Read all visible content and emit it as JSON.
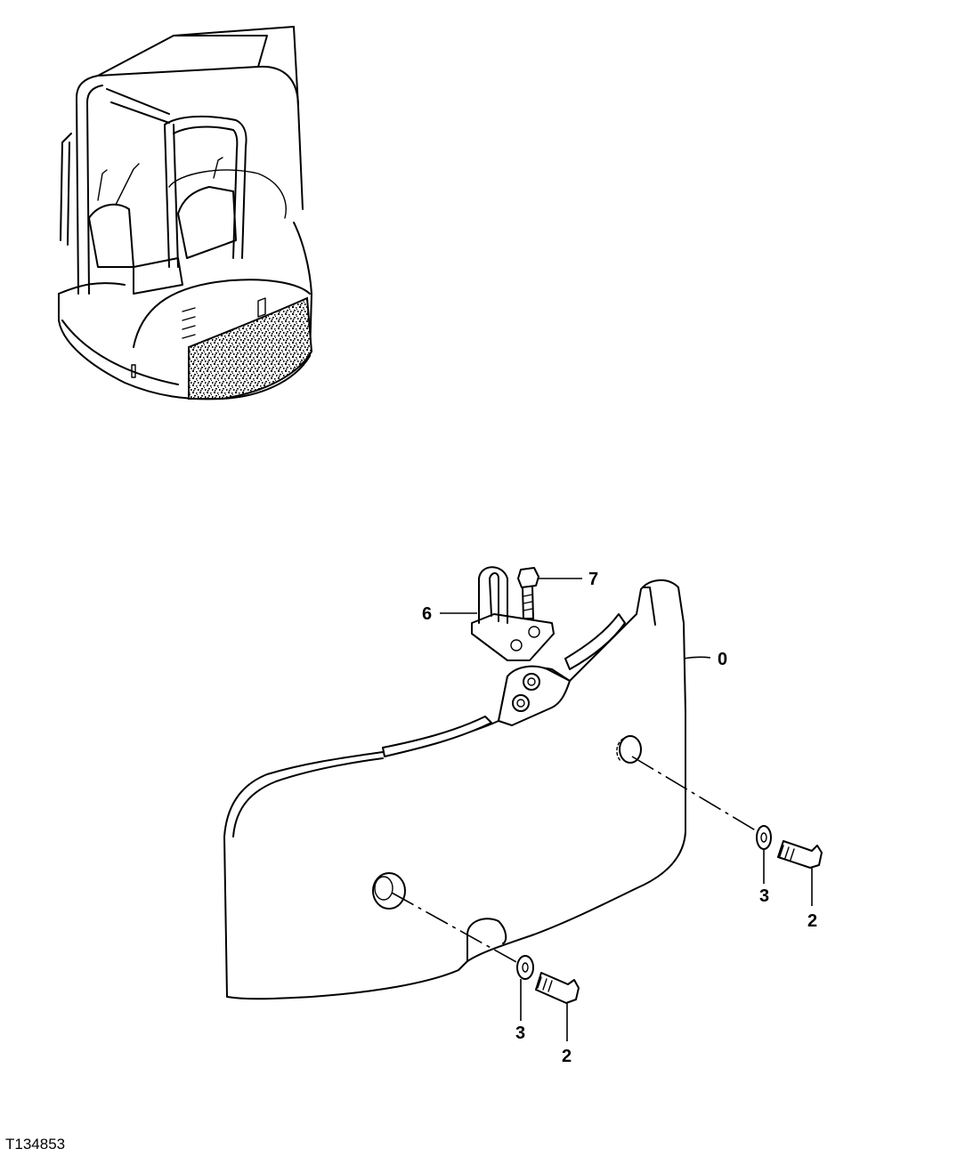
{
  "figure_id": "T134853",
  "callouts": {
    "c0": "0",
    "c2a": "2",
    "c2b": "2",
    "c3a": "3",
    "c3b": "3",
    "c6": "6",
    "c7": "7"
  },
  "icons": {
    "machine_overview": "excavator-canopy-icon",
    "counterweight": "counterweight-part-icon"
  }
}
